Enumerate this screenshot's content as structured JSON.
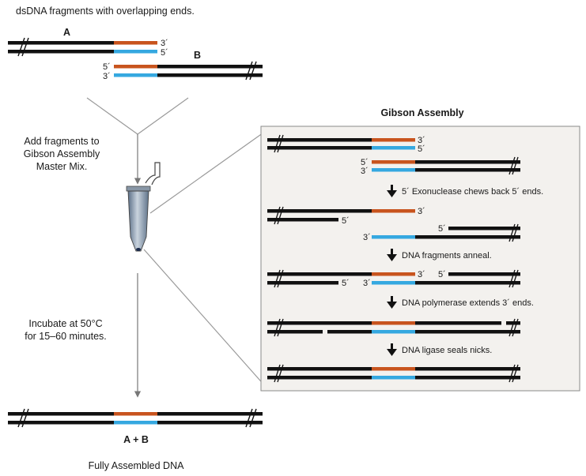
{
  "top": {
    "title": "dsDNA fragments with overlapping ends.",
    "label_a": "A",
    "label_b": "B",
    "end_3": "3´",
    "end_5": "5´"
  },
  "steps": {
    "add_line1": "Add fragments to",
    "add_line2": "Gibson Assembly",
    "add_line3": "Master Mix.",
    "incubate_line1": "Incubate at 50°C",
    "incubate_line2": "for 15–60 minutes."
  },
  "bottom": {
    "label": "A + B",
    "caption": "Fully Assembled DNA"
  },
  "panel": {
    "title": "Gibson Assembly",
    "end_3": "3´",
    "end_5": "5´",
    "step1": "5´ Exonuclease chews back 5´ ends.",
    "step2": "DNA fragments anneal.",
    "step3": "DNA polymerase extends 3´ ends.",
    "step4": "DNA ligase seals nicks."
  },
  "colors": {
    "strand": "#111111",
    "overlap_top": "#c8541e",
    "overlap_bottom": "#35a8e0",
    "panel_bg": "#f3f1ee",
    "panel_border": "#8a8a8a",
    "connector": "#999999"
  },
  "icons": [
    "tube-icon",
    "down-arrow-icon"
  ]
}
